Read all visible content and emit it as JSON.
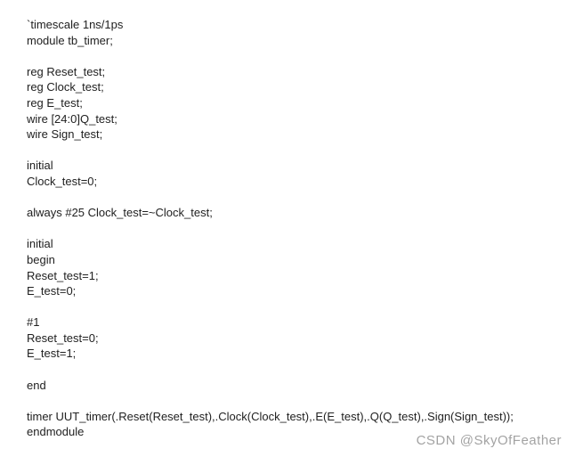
{
  "page": {
    "background_color": "#ffffff",
    "code_text_color": "#212121"
  },
  "code": {
    "language": "verilog",
    "lines": [
      "`timescale 1ns/1ps",
      "module tb_timer;",
      "",
      "reg Reset_test;",
      "reg Clock_test;",
      "reg E_test;",
      "wire [24:0]Q_test;",
      "wire Sign_test;",
      "",
      "initial",
      "Clock_test=0;",
      "",
      "always #25 Clock_test=~Clock_test;",
      "",
      "initial",
      "begin",
      "Reset_test=1;",
      "E_test=0;",
      "",
      "#1",
      "Reset_test=0;",
      "E_test=1;",
      "",
      "end",
      "",
      "timer UUT_timer(.Reset(Reset_test),.Clock(Clock_test),.E(E_test),.Q(Q_test),.Sign(Sign_test));",
      "endmodule"
    ]
  },
  "watermark": {
    "text": "CSDN @SkyOfFeather",
    "color": "#a3a3a3"
  }
}
